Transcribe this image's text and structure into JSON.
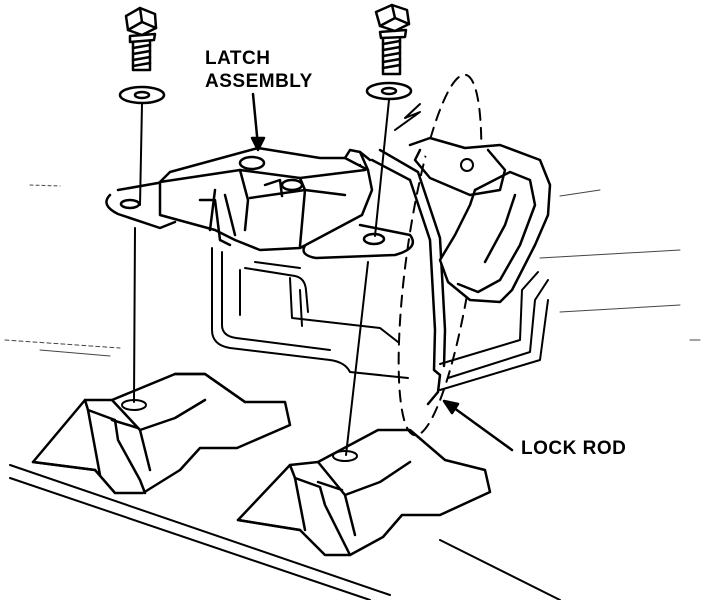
{
  "callouts": {
    "latch_assembly": {
      "line1": "LATCH",
      "line2": "ASSEMBLY"
    },
    "lock_rod": "LOCK ROD"
  },
  "parts": {
    "bolts": [
      "bolt-left",
      "bolt-right"
    ],
    "washers": [
      "washer-left",
      "washer-right"
    ],
    "brackets": [
      "bracket-left",
      "bracket-right"
    ]
  },
  "colors": {
    "ink": "#000000",
    "paper": "#ffffff"
  }
}
